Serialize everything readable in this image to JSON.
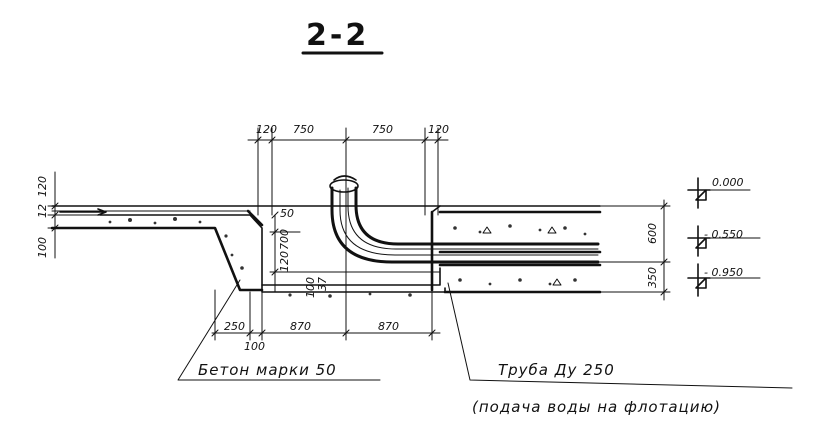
{
  "section_title": "2-2",
  "dimensions": {
    "top": [
      "120",
      "750",
      "750",
      "120"
    ],
    "left_vertical": [
      "120",
      "12",
      "100"
    ],
    "inner": [
      "50",
      "700",
      "120",
      "100",
      "37"
    ],
    "bottom": [
      "250",
      "870",
      "870",
      "100"
    ],
    "right_vertical": [
      "600",
      "350"
    ]
  },
  "elevations": [
    "0.000",
    "- 0.550",
    "- 0.950"
  ],
  "labels": {
    "concrete": "Бетон марки 50",
    "pipe": "Труба Ду 250",
    "pipe_note": "(подача воды на флотацию)"
  }
}
